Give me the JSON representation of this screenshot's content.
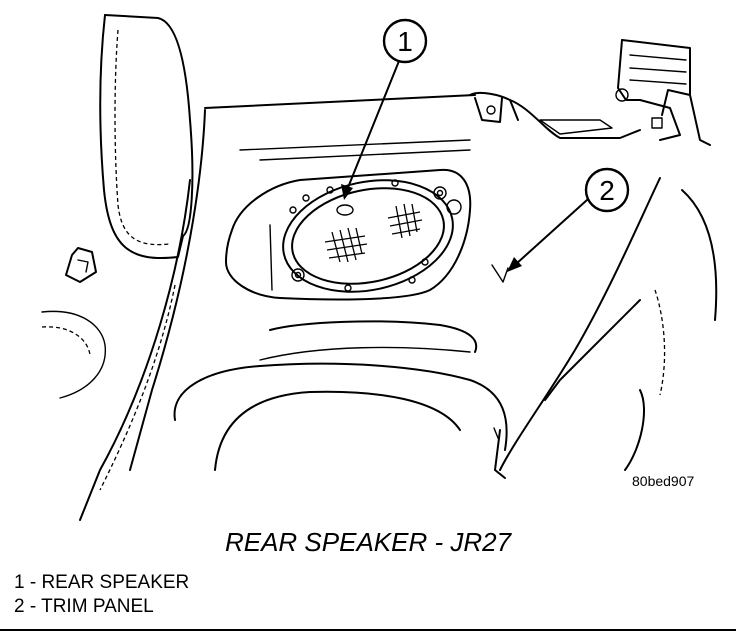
{
  "figure_code": "80bed907",
  "callouts": {
    "c1": "1",
    "c2": "2"
  },
  "caption": "REAR SPEAKER - JR27",
  "legend": [
    {
      "text": "1 - REAR SPEAKER"
    },
    {
      "text": "2 - TRIM PANEL"
    }
  ]
}
